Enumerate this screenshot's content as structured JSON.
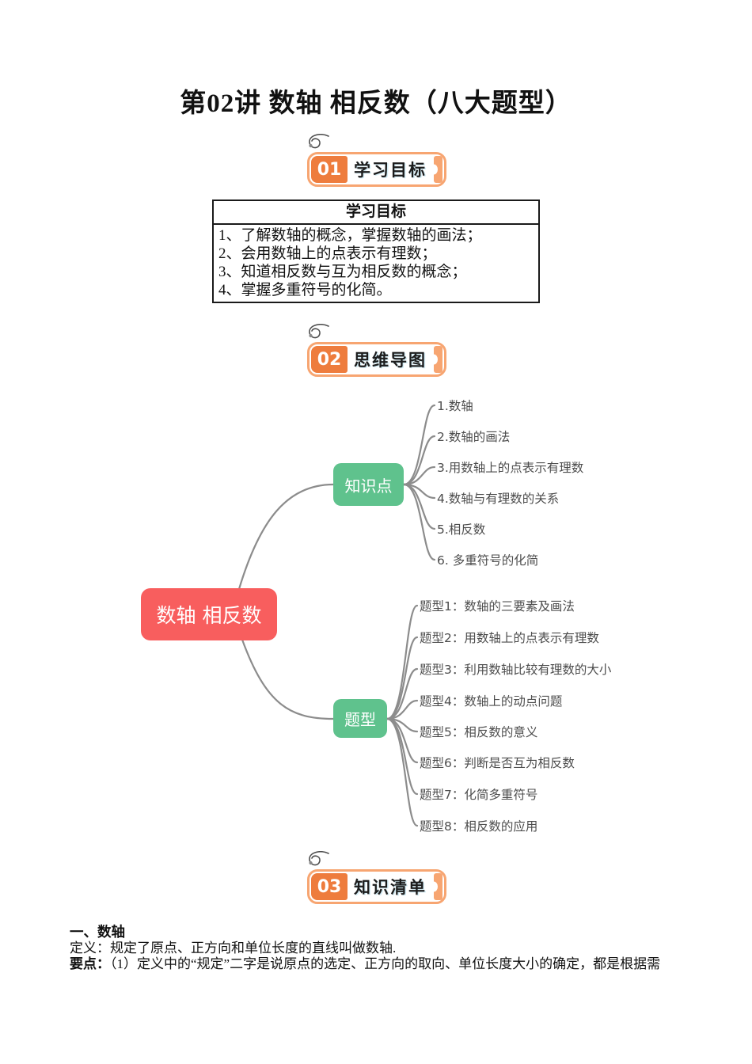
{
  "title": "第02讲 数轴 相反数（八大题型）",
  "section_badges": [
    {
      "num": "01",
      "label": "学习目标"
    },
    {
      "num": "02",
      "label": "思维导图"
    },
    {
      "num": "03",
      "label": "知识清单"
    }
  ],
  "objectives_table": {
    "header": "学习目标",
    "items": [
      "1、了解数轴的概念，掌握数轴的画法；",
      "2、会用数轴上的点表示有理数；",
      "3、知道相反数与互为相反数的概念；",
      "4、掌握多重符号的化简。"
    ]
  },
  "mindmap": {
    "center_label": "数轴 相反数",
    "branches": [
      {
        "label": "知识点",
        "items": [
          "1.数轴",
          "2.数轴的画法",
          "3.用数轴上的点表示有理数",
          "4.数轴与有理数的关系",
          "5.相反数",
          "6. 多重符号的化简"
        ]
      },
      {
        "label": "题型",
        "items": [
          "题型1：数轴的三要素及画法",
          "题型2：用数轴上的点表示有理数",
          "题型3：利用数轴比较有理数的大小",
          "题型4：数轴上的动点问题",
          "题型5：相反数的意义",
          "题型6：判断是否互为相反数",
          "题型7：化简多重符号",
          "题型8：相反数的应用"
        ]
      }
    ],
    "colors": {
      "center": "#f85e5e",
      "branch": "#5fc28d",
      "line": "#8c8c8c",
      "leaf_text": "#4d4d4d"
    }
  },
  "knowledge_section": {
    "heading": "一、数轴",
    "definition_label": "定义：",
    "definition_text": "规定了原点、正方向和单位长度的直线叫做数轴.",
    "points_label": "要点：",
    "points_text": "（1）定义中的“规定”二字是说原点的选定、正方向的取向、单位长度大小的确定，都是根据需"
  },
  "colors": {
    "badge_fill": "#ee7c3d",
    "badge_border": "#f7a571",
    "table_border": "#1a1a1a"
  }
}
